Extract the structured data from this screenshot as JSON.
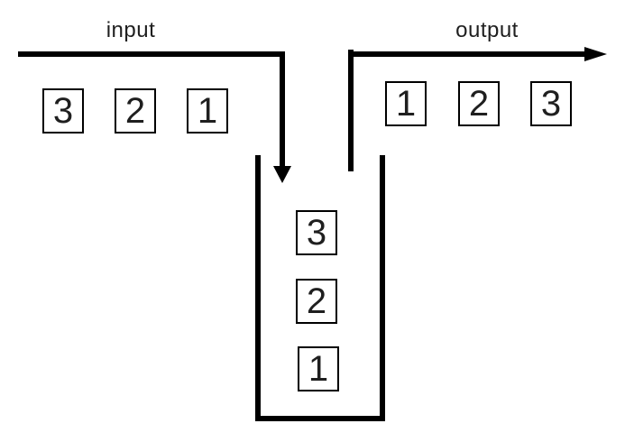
{
  "diagram": {
    "input": {
      "label": "input",
      "items": [
        "3",
        "2",
        "1"
      ]
    },
    "output": {
      "label": "output",
      "items": [
        "1",
        "2",
        "3"
      ]
    },
    "stack": {
      "items_top_to_bottom": [
        "3",
        "2",
        "1"
      ]
    },
    "colors": {
      "line": "#000000",
      "text": "#1f1f1f",
      "background": "#ffffff"
    }
  }
}
